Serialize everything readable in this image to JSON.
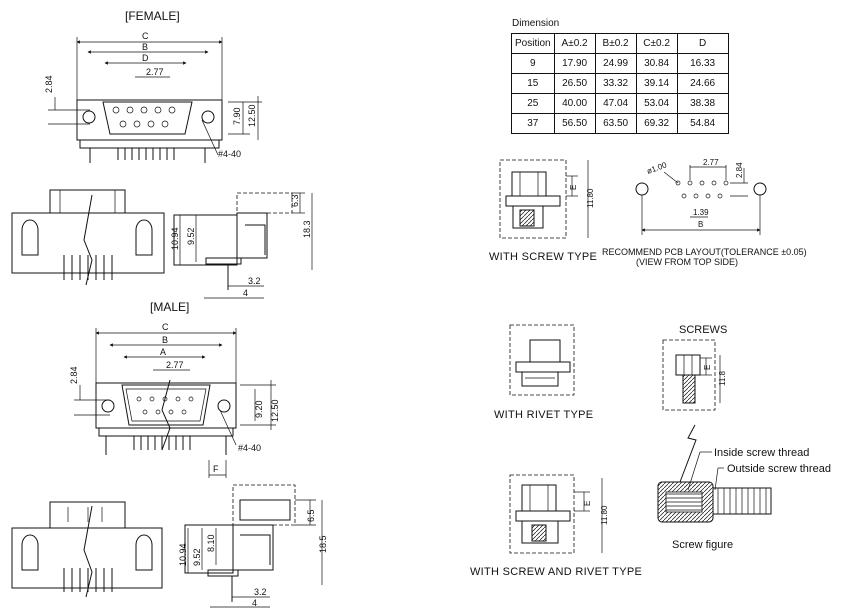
{
  "titles": {
    "female": "[FEMALE]",
    "male": "[MALE]"
  },
  "dimension_table": {
    "title": "Dimension",
    "headers": [
      "Position",
      "A±0.2",
      "B±0.2",
      "C±0.2",
      "D"
    ],
    "rows": [
      [
        "9",
        "17.90",
        "24.99",
        "30.84",
        "16.33"
      ],
      [
        "15",
        "26.50",
        "33.32",
        "39.14",
        "24.66"
      ],
      [
        "25",
        "40.00",
        "47.04",
        "53.04",
        "38.38"
      ],
      [
        "37",
        "56.50",
        "63.50",
        "69.32",
        "54.84"
      ]
    ]
  },
  "female": {
    "dim_c": "C",
    "dim_b": "B",
    "dim_d": "D",
    "dim_277": "2.77",
    "dim_284": "2.84",
    "dim_790": "7.90",
    "dim_1250": "12.50",
    "hole": "#4-40",
    "side_63": "6.3",
    "side_183": "18.3",
    "side_1094": "10.94",
    "side_952": "9.52",
    "side_32": "3.2",
    "side_4": "4"
  },
  "male": {
    "dim_c": "C",
    "dim_b": "B",
    "dim_a": "A",
    "dim_277": "2.77",
    "dim_284": "2.84",
    "dim_920": "9.20",
    "dim_1250": "12.50",
    "hole": "#4-40",
    "dim_f": "F",
    "side_65": "6.5",
    "side_185": "18.5",
    "side_1094": "10.94",
    "side_952": "9.52",
    "side_810": "8.10",
    "side_32": "3.2",
    "side_4": "4"
  },
  "screw_type": {
    "caption": "WITH SCREW TYPE",
    "dim_e": "E",
    "dim_1180": "11.80"
  },
  "pcb": {
    "caption1": "RECOMMEND PCB LAYOUT(TOLERANCE ±0.05)",
    "caption2": "(VIEW FROM TOP SIDE)",
    "dim_hole": "ø1.00",
    "dim_277": "2.77",
    "dim_284": "2.84",
    "dim_139": "1.39",
    "dim_b": "B"
  },
  "rivet_type": {
    "caption": "WITH RIVET TYPE"
  },
  "screws": {
    "title": "SCREWS",
    "dim_e": "E",
    "dim_118": "11.8"
  },
  "screw_rivet": {
    "caption": "WITH SCREW AND RIVET TYPE",
    "dim_e": "E",
    "dim_1180": "11.80"
  },
  "screw_figure": {
    "inside": "Inside screw thread",
    "outside": "Outside screw thread",
    "caption": "Screw figure"
  }
}
